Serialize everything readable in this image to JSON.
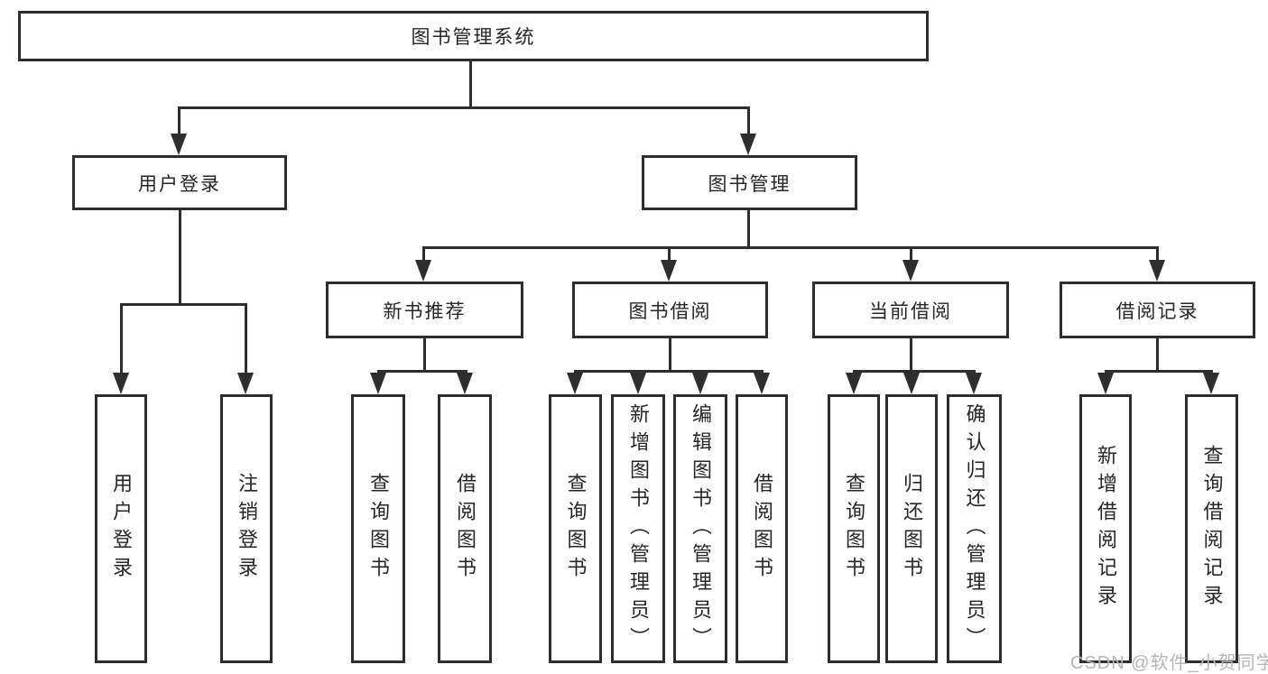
{
  "tree": {
    "label": "图书管理系统",
    "children": [
      {
        "label": "用户登录",
        "children": [
          {
            "label": "用户登录"
          },
          {
            "label": "注销登录"
          }
        ]
      },
      {
        "label": "图书管理",
        "children": [
          {
            "label": "新书推荐",
            "children": [
              {
                "label": "查询图书"
              },
              {
                "label": "借阅图书"
              }
            ]
          },
          {
            "label": "图书借阅",
            "children": [
              {
                "label": "查询图书"
              },
              {
                "label": "新增图书（管理员）"
              },
              {
                "label": "编辑图书（管理员）"
              },
              {
                "label": "借阅图书"
              }
            ]
          },
          {
            "label": "当前借阅",
            "children": [
              {
                "label": "查询图书"
              },
              {
                "label": "归还图书"
              },
              {
                "label": "确认归还（管理员）"
              }
            ]
          },
          {
            "label": "借阅记录",
            "children": [
              {
                "label": "新增借阅记录"
              },
              {
                "label": "查询借阅记录"
              }
            ]
          }
        ]
      }
    ]
  },
  "watermark": {
    "text": "CSDN @软件_小贺同学"
  },
  "colors": {
    "line": "#2e2e2e",
    "text": "#262626",
    "watermark": "#b5b5b5",
    "background": "#ffffff"
  }
}
